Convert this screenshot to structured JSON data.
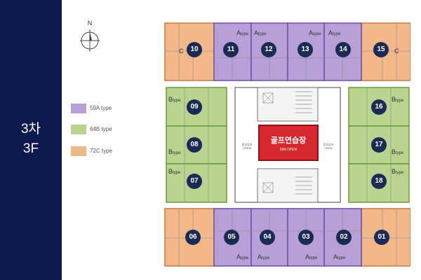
{
  "sidebar": {
    "line1": "3차",
    "line2": "3F"
  },
  "compass": {
    "label": "N"
  },
  "legend": [
    {
      "label": "59A type",
      "color": "#b7a0d8"
    },
    {
      "label": "64B type",
      "color": "#b8d48f"
    },
    {
      "label": "72C type",
      "color": "#f2b88a"
    }
  ],
  "units": [
    {
      "number": "01",
      "type": "C"
    },
    {
      "number": "02",
      "type": "A"
    },
    {
      "number": "03",
      "type": "A"
    },
    {
      "number": "04",
      "type": "A"
    },
    {
      "number": "05",
      "type": "A"
    },
    {
      "number": "06",
      "type": "C"
    },
    {
      "number": "07",
      "type": "B"
    },
    {
      "number": "08",
      "type": "B"
    },
    {
      "number": "09",
      "type": "B"
    },
    {
      "number": "10",
      "type": "C"
    },
    {
      "number": "11",
      "type": "A"
    },
    {
      "number": "12",
      "type": "A"
    },
    {
      "number": "13",
      "type": "A"
    },
    {
      "number": "14",
      "type": "A"
    },
    {
      "number": "15",
      "type": "C"
    },
    {
      "number": "16",
      "type": "B"
    },
    {
      "number": "17",
      "type": "B"
    },
    {
      "number": "18",
      "type": "B"
    }
  ],
  "type_labels": {
    "A": {
      "letter": "A",
      "suffix": "type"
    },
    "B": {
      "letter": "B",
      "suffix": "type"
    },
    "C": {
      "letter": "C",
      "suffix": "type"
    }
  },
  "golf": {
    "name": "골프연습장",
    "sub": "59A OPEN"
  },
  "core_labels": {
    "left": "중정상부\nOPEN",
    "right": "중정상부\nOPEN"
  },
  "colors": {
    "navy": "#0c1a4d",
    "a_fill": "#b7a0d8",
    "b_fill": "#b8d48f",
    "c_fill": "#f2b88a",
    "badge": "#1a2b55",
    "golf": "#d8282f"
  }
}
